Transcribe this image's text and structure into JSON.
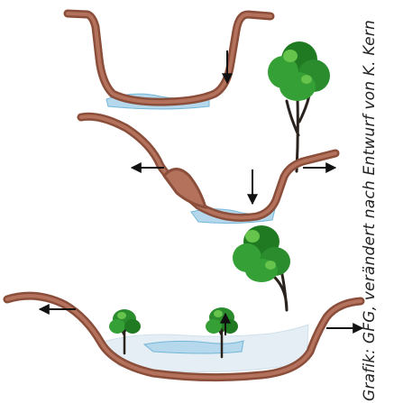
{
  "credit": "Grafik: GFG, verändert nach Entwurf von K. Kern",
  "colors": {
    "bank_outer": "#8a4e3a",
    "bank_fill": "#b4725d",
    "water": "#b6d8ec",
    "water_edge": "#74b6d8",
    "gravel": "#e4eef4",
    "foliage_dark": "#1f7a22",
    "foliage_mid": "#35a035",
    "foliage_light": "#66c34c",
    "trunk": "#2a221d",
    "arrow": "#111111"
  },
  "arrows": {
    "incision": "downward-arrow",
    "widening": "lateral-arrow"
  },
  "icons": {
    "tree": "tree-icon"
  }
}
